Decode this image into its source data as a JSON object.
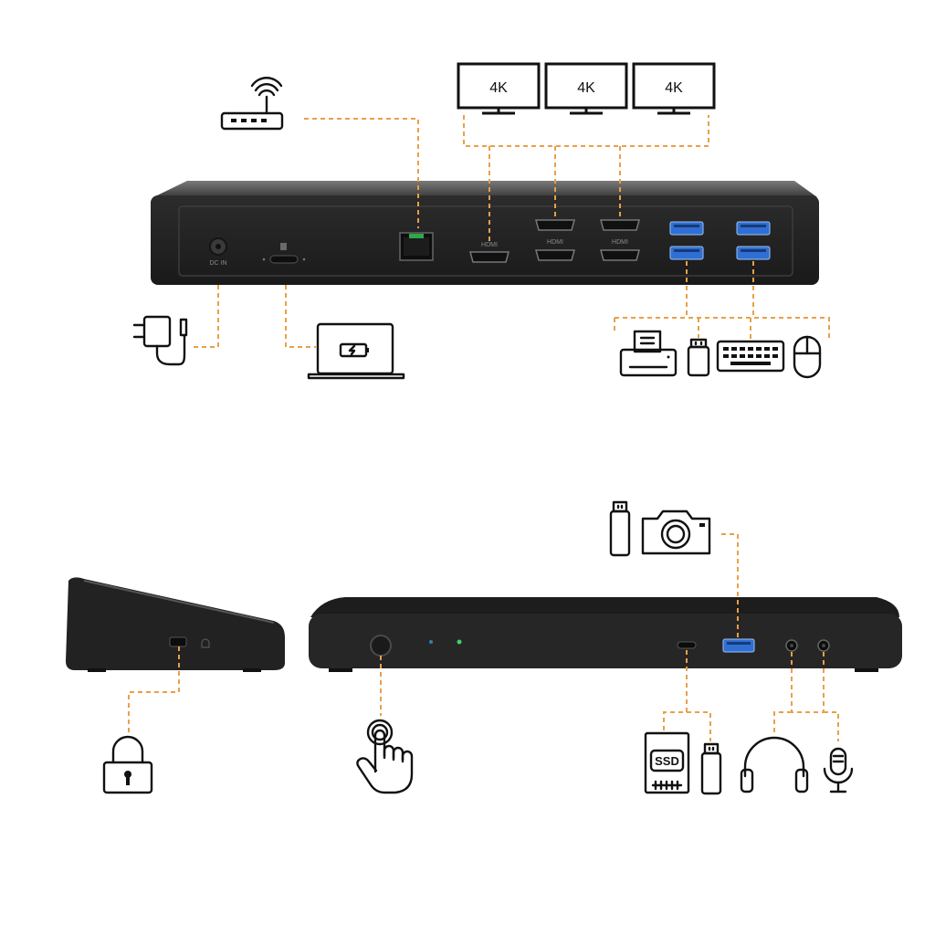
{
  "monitors": [
    {
      "label": "4K"
    },
    {
      "label": "4K"
    },
    {
      "label": "4K"
    }
  ],
  "rear_ports": {
    "dc_in": "DC IN",
    "hdmi": "HDMI"
  },
  "front_icons": {
    "ssd": "SSD"
  },
  "colors": {
    "connector": "#e8a04a",
    "dock_body": "#2b2b2b",
    "usb_blue": "#2f6fd3",
    "led_green": "#3ad36a"
  }
}
